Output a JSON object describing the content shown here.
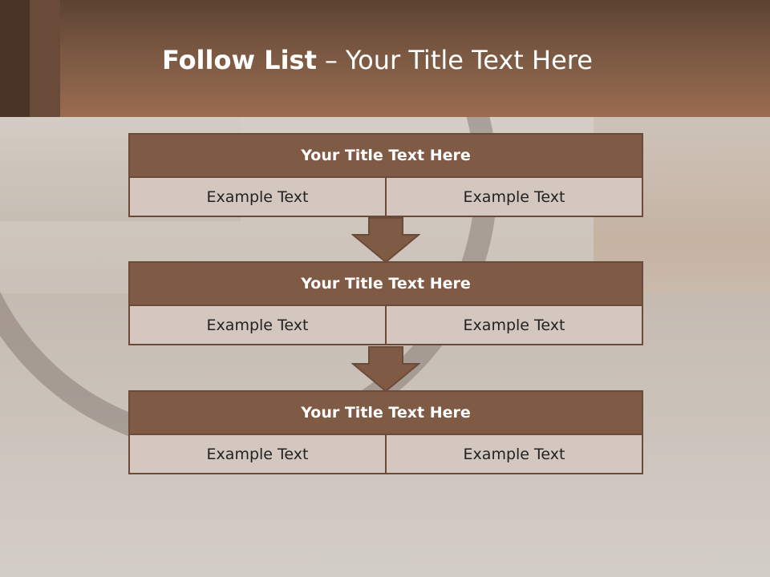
{
  "header": {
    "title_bold": "Follow List",
    "title_separator": "–",
    "title_rest": "Your Title Text Here"
  },
  "colors": {
    "header_brown": "#7a5842",
    "block_title_brown": "#7f5a44",
    "cell_fill": "#d3c7c0",
    "arrow_brown": "#7f5a44"
  },
  "blocks": [
    {
      "title": "Your Title Text Here",
      "cells": [
        "Example Text",
        "Example Text"
      ]
    },
    {
      "title": "Your Title Text Here",
      "cells": [
        "Example Text",
        "Example Text"
      ]
    },
    {
      "title": "Your Title Text Here",
      "cells": [
        "Example Text",
        "Example Text"
      ]
    }
  ],
  "connectors": [
    "down-arrow-icon",
    "down-arrow-icon"
  ]
}
